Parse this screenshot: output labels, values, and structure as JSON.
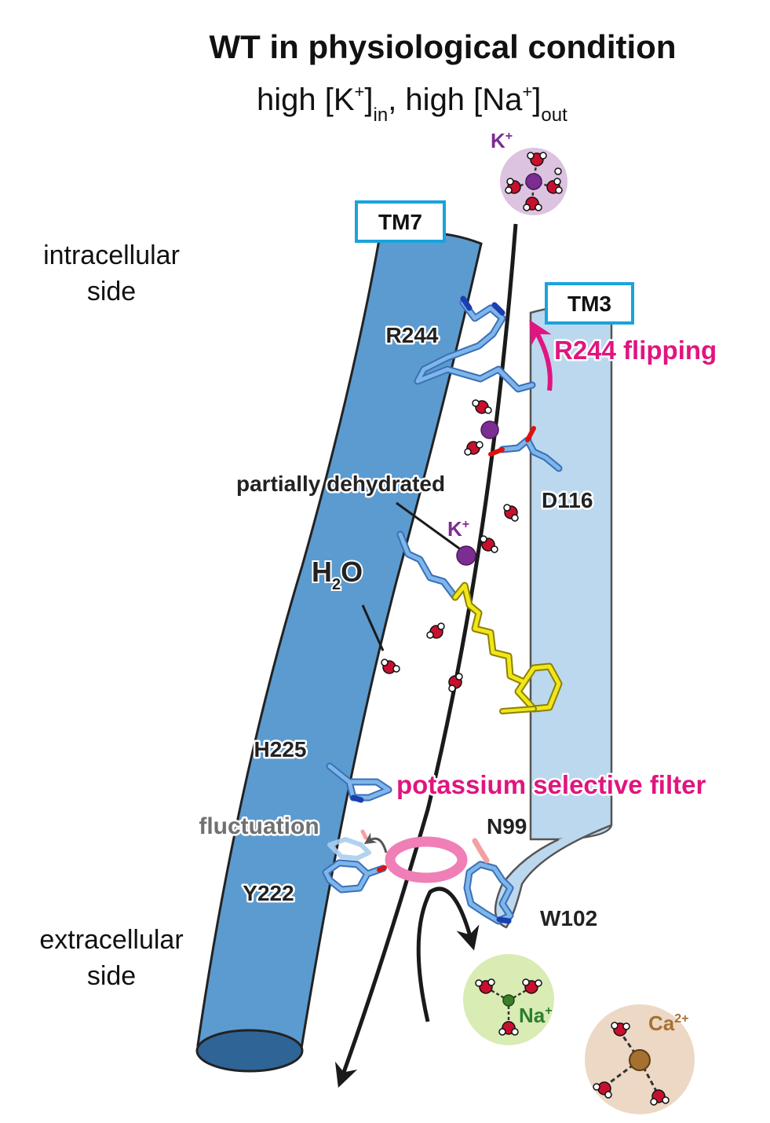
{
  "title": "WT in physiological condition",
  "subtitle": {
    "part1": "high [K",
    "sup1": "+",
    "part2": "]",
    "sub1": "in",
    "part3": ", high [Na",
    "sup2": "+",
    "part4": "]",
    "sub2": "out"
  },
  "sides": {
    "intracellular_line1": "intracellular",
    "intracellular_line2": "side",
    "extracellular_line1": "extracellular",
    "extracellular_line2": "side"
  },
  "helices": {
    "tm7": "TM7",
    "tm3": "TM3"
  },
  "ions": {
    "k_top": "K",
    "k_top_sup": "+",
    "k_mid": "K",
    "k_mid_sup": "+",
    "na": "Na",
    "na_sup": "+",
    "ca": "Ca",
    "ca_sup": "2+"
  },
  "labels": {
    "r244": "R244",
    "r244_flipping": "R244 flipping",
    "d116": "D116",
    "partially_dehydrated": "partially dehydrated",
    "h2o_h": "H",
    "h2o_2": "2",
    "h2o_o": "O",
    "h225": "H225",
    "potassium_selective_filter": "potassium selective filter",
    "fluctuation": "fluctuation",
    "n99": "N99",
    "y222": "Y222",
    "w102": "W102"
  },
  "colors": {
    "tm7_fill": "#5b9bd0",
    "tm3_fill": "#bcd8ef",
    "box_border": "#1aa3dc",
    "magenta": "#e0157f",
    "potassium": "#7b2d91",
    "sodium_text": "#2e7d32",
    "calcium_text": "#a67030",
    "retinal": "#f2e61a",
    "stick_blue": "#5aa0e0",
    "water_red": "#c8102e"
  }
}
